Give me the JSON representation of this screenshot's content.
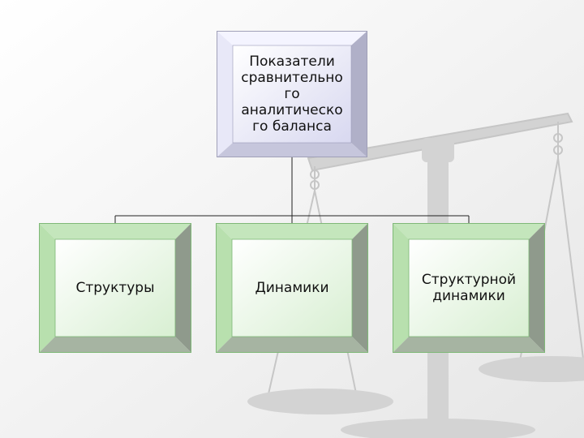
{
  "root": {
    "label": "Показатели сравнительно го аналитическо го баланса",
    "lines": [
      "Показатели",
      "сравнительно",
      "го",
      "аналитическо",
      "го баланса"
    ]
  },
  "children": [
    {
      "label": "Структуры"
    },
    {
      "label": "Динамики"
    },
    {
      "label": "Структурной динамики",
      "lines": [
        "Структурной",
        "динамики"
      ]
    }
  ],
  "colors": {
    "root_fill": "#e8e8f8",
    "child_fill": "#c8e8c0",
    "child_bevel": "#8ccf84",
    "connector": "#222222"
  }
}
